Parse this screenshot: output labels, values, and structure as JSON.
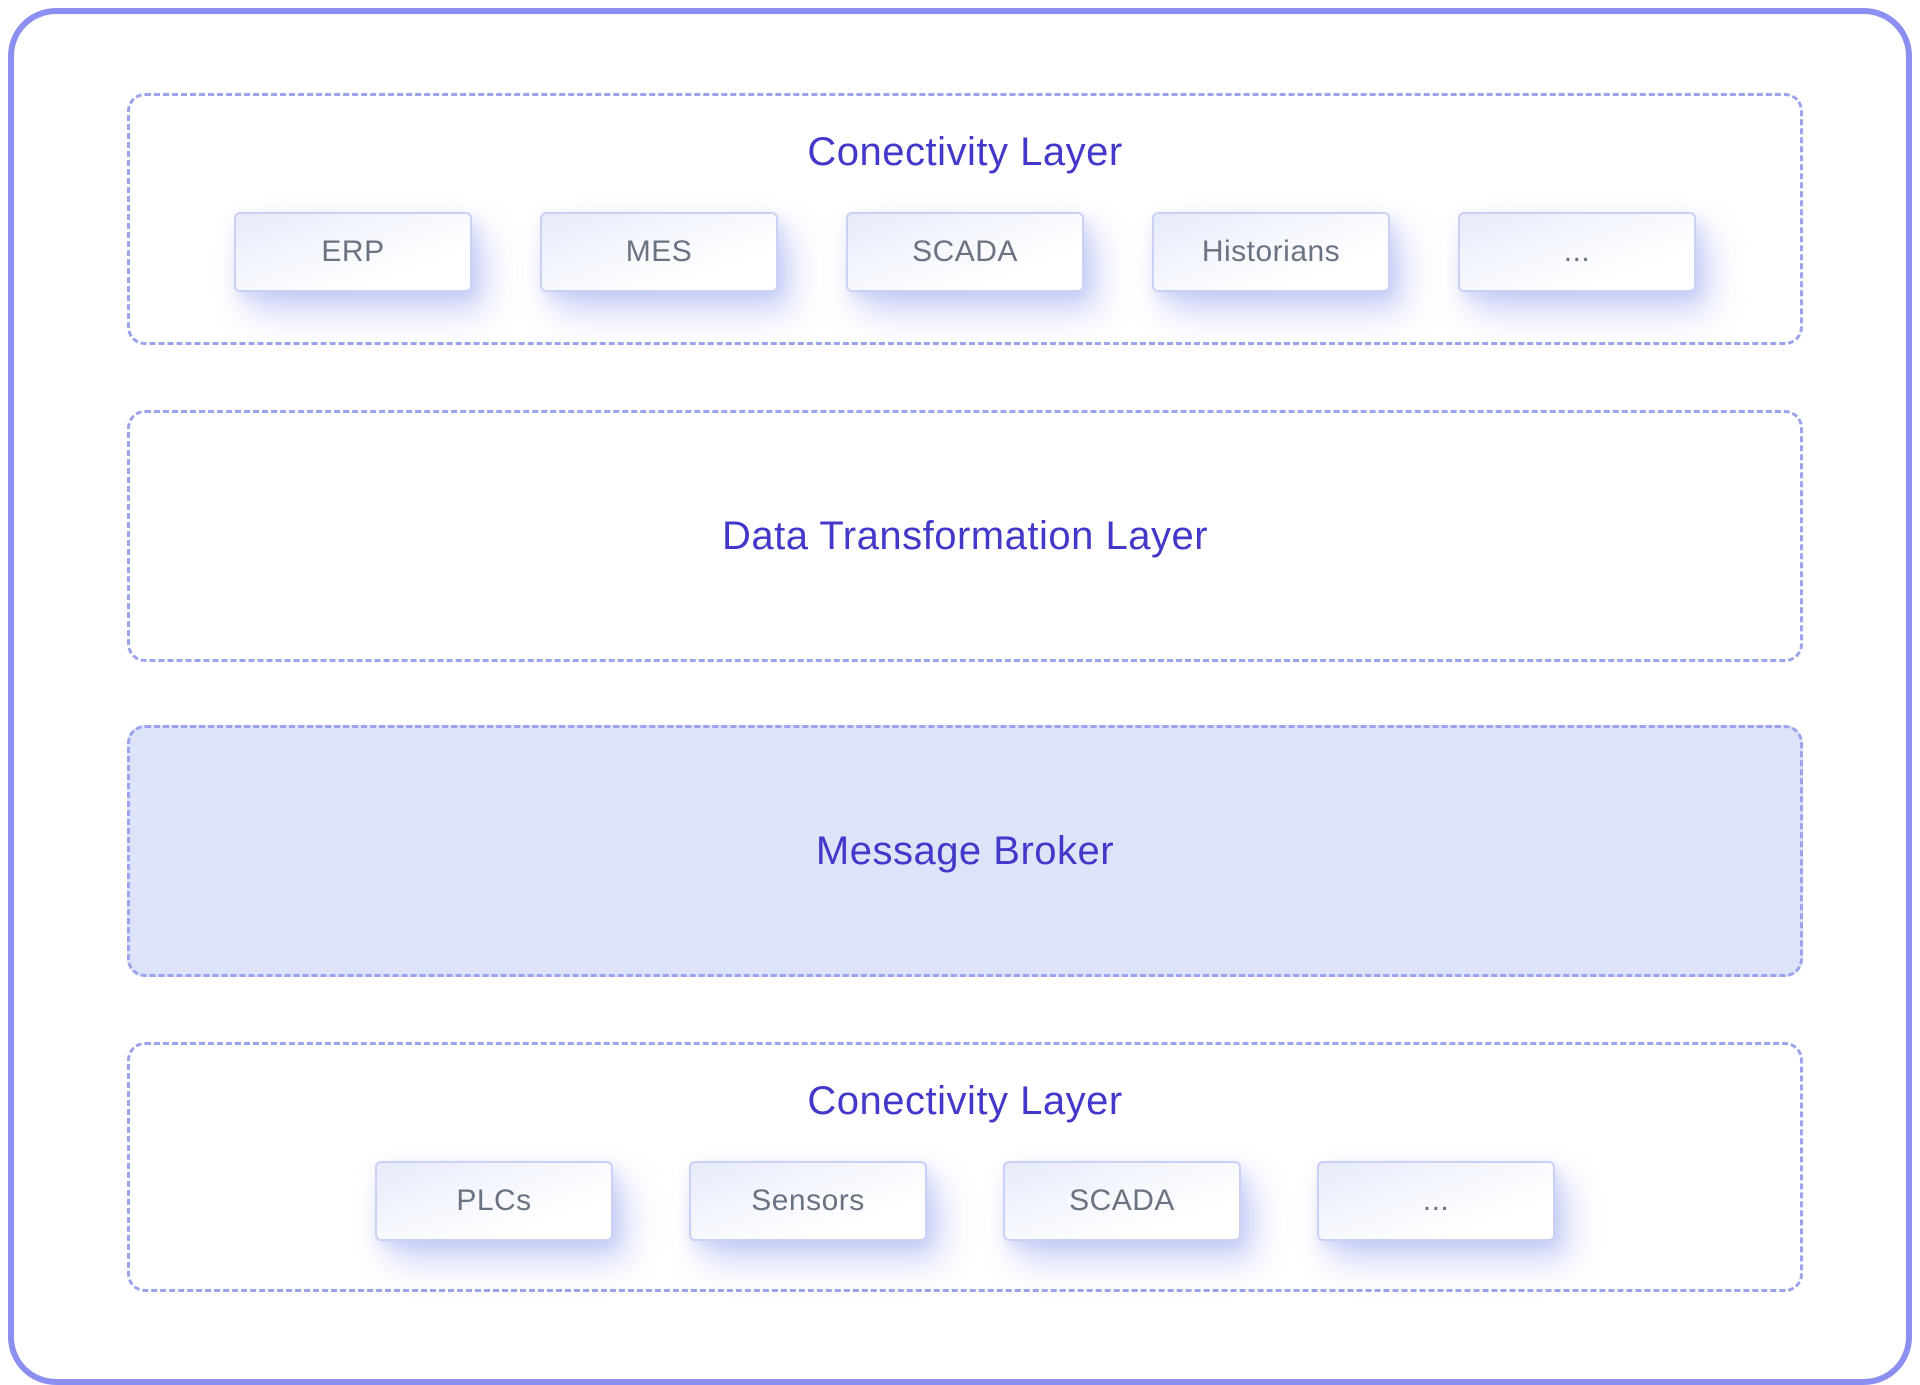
{
  "diagram": {
    "description": "Layered integration architecture diagram",
    "colors": {
      "outer_border": "#8b90f0",
      "dashed_border": "#9aa3ec",
      "section_title": "#4338ca",
      "node_label": "#6b7280",
      "broker_fill": "#dde3f9",
      "node_border": "#cad1f5"
    },
    "sections": [
      {
        "id": "connectivity-top",
        "title": "Conectivity Layer",
        "items": [
          "ERP",
          "MES",
          "SCADA",
          "Historians",
          "..."
        ]
      },
      {
        "id": "data-transformation",
        "title": "Data Transformation Layer",
        "items": []
      },
      {
        "id": "message-broker",
        "title": "Message Broker",
        "items": []
      },
      {
        "id": "connectivity-bottom",
        "title": "Conectivity Layer",
        "items": [
          "PLCs",
          "Sensors",
          "SCADA",
          "..."
        ]
      }
    ]
  }
}
